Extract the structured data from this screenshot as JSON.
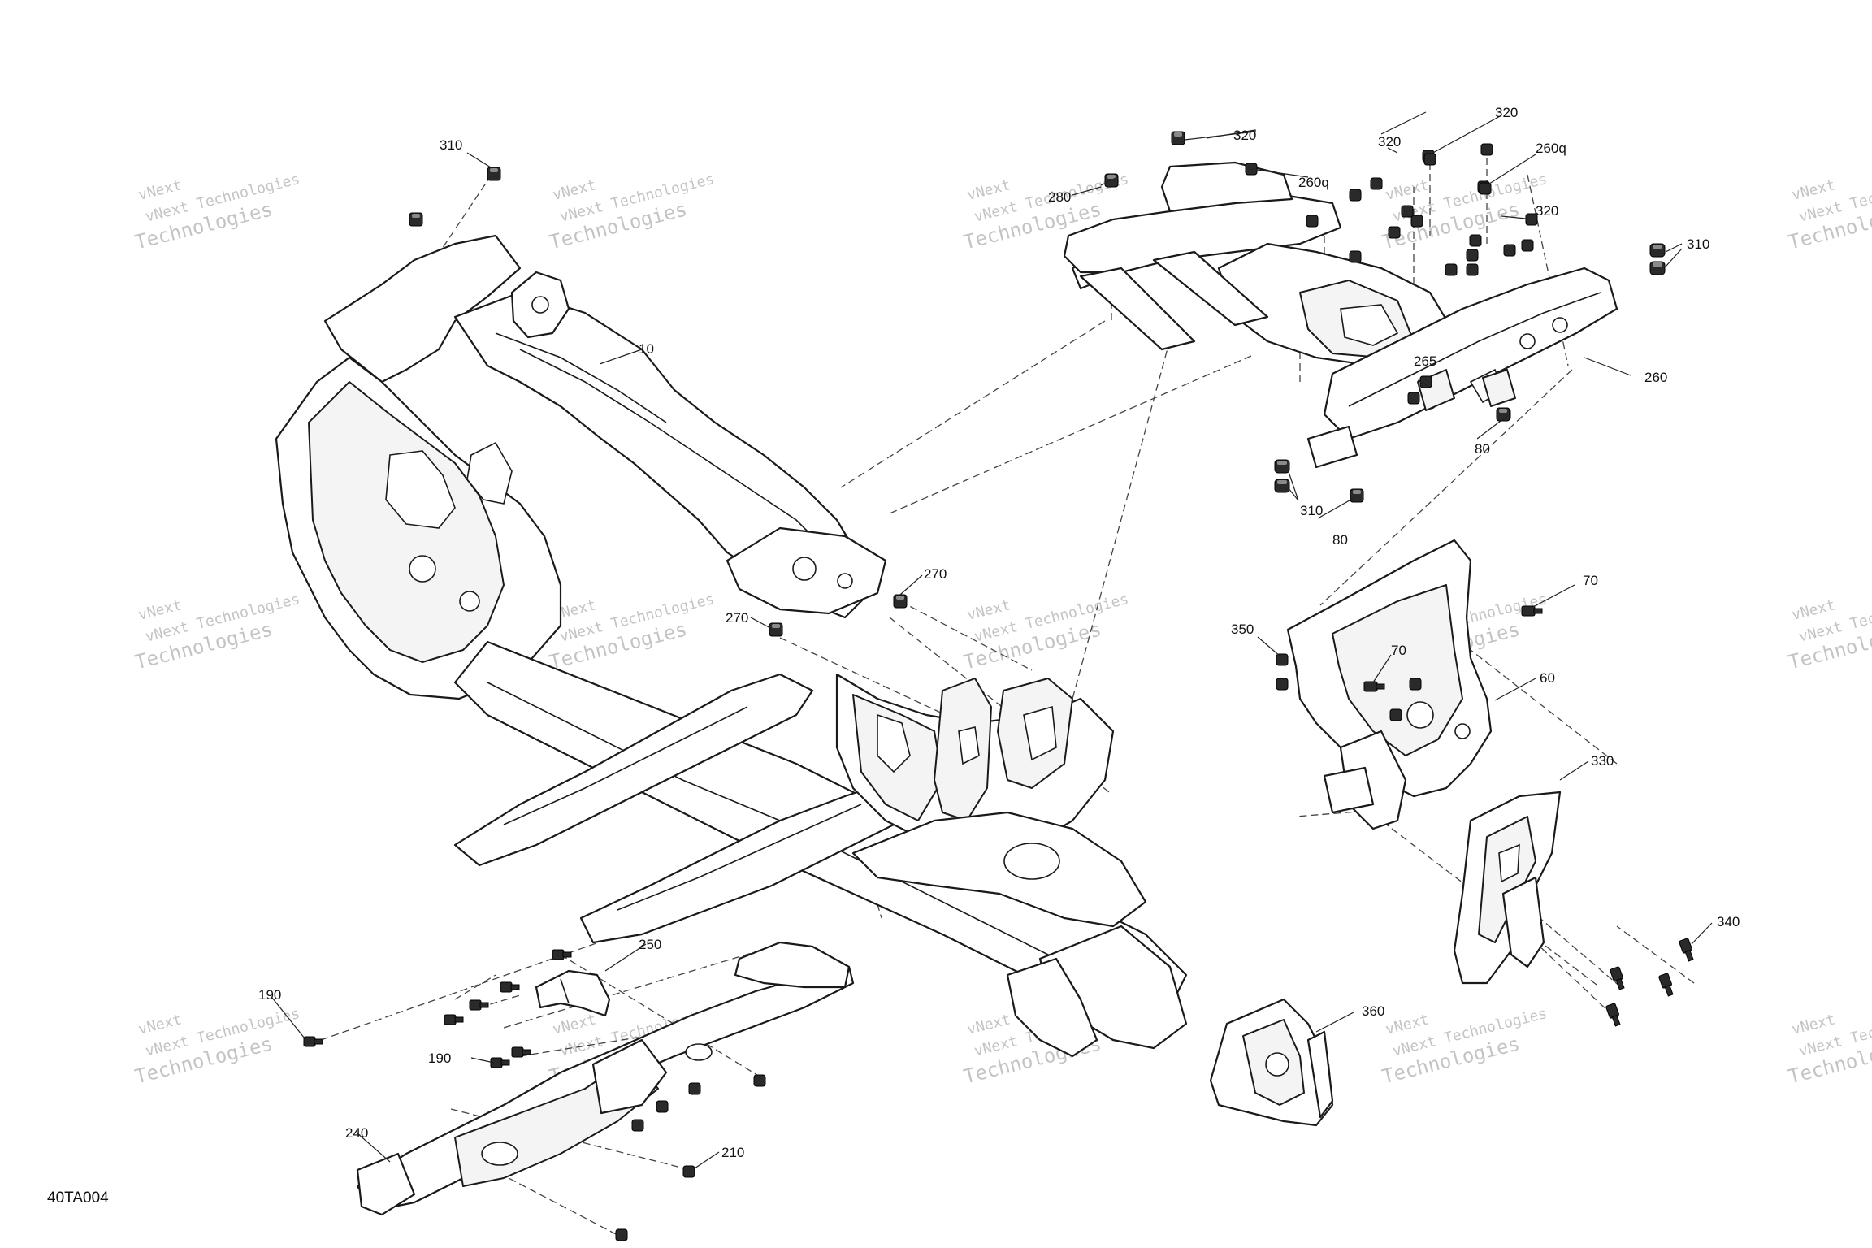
{
  "drawing_code": "40TA004",
  "watermark": {
    "line1": "vNext Technologies",
    "line2": "Technologies",
    "line3": "vNext"
  },
  "callouts": [
    {
      "id": "c310a",
      "text": "310"
    },
    {
      "id": "c10",
      "text": "10"
    },
    {
      "id": "c280",
      "text": "280"
    },
    {
      "id": "c320a",
      "text": "320"
    },
    {
      "id": "c320b",
      "text": "320"
    },
    {
      "id": "c320c",
      "text": "320"
    },
    {
      "id": "c320d",
      "text": "320"
    },
    {
      "id": "c260qa",
      "text": "260q"
    },
    {
      "id": "c260qb",
      "text": "260q"
    },
    {
      "id": "c310b",
      "text": "310"
    },
    {
      "id": "c265",
      "text": "265"
    },
    {
      "id": "c260",
      "text": "260"
    },
    {
      "id": "c80a",
      "text": "80"
    },
    {
      "id": "c310c",
      "text": "310"
    },
    {
      "id": "c80b",
      "text": "80"
    },
    {
      "id": "c270a",
      "text": "270"
    },
    {
      "id": "c270b",
      "text": "270"
    },
    {
      "id": "c70a",
      "text": "70"
    },
    {
      "id": "c350",
      "text": "350"
    },
    {
      "id": "c70b",
      "text": "70"
    },
    {
      "id": "c60",
      "text": "60"
    },
    {
      "id": "c330",
      "text": "330"
    },
    {
      "id": "c340",
      "text": "340"
    },
    {
      "id": "c250",
      "text": "250"
    },
    {
      "id": "c190a",
      "text": "190"
    },
    {
      "id": "c190b",
      "text": "190"
    },
    {
      "id": "c360",
      "text": "360"
    },
    {
      "id": "c240",
      "text": "240"
    },
    {
      "id": "c210",
      "text": "210"
    }
  ]
}
